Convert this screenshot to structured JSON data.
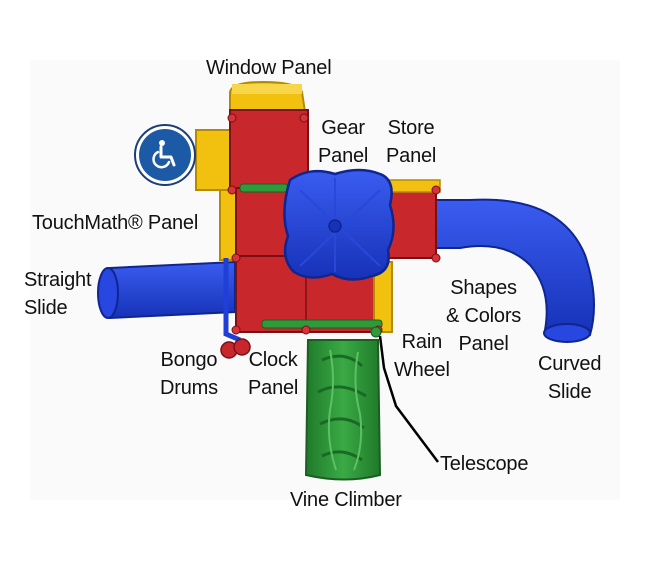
{
  "labels": {
    "window_panel": "Window Panel",
    "gear_panel": [
      "Gear",
      "Panel"
    ],
    "store_panel": [
      "Store",
      "Panel"
    ],
    "touchmath_panel": "TouchMath® Panel",
    "straight_slide": [
      "Straight",
      "Slide"
    ],
    "shapes_colors_panel": [
      "Shapes",
      "& Colors",
      "Panel"
    ],
    "bongo_drums": [
      "Bongo",
      "Drums"
    ],
    "clock_panel": [
      "Clock",
      "Panel"
    ],
    "rain_wheel": [
      "Rain",
      "Wheel"
    ],
    "curved_slide": [
      "Curved",
      "Slide"
    ],
    "telescope": "Telescope",
    "vine_climber": "Vine Climber"
  },
  "icons": {
    "accessibility": "wheelchair-accessible-icon"
  },
  "colors": {
    "deck_red": "#c8282c",
    "slide_blue": "#1f3fd6",
    "frame_yellow": "#f2c10f",
    "climber_green": "#2f9a3a",
    "badge_blue": "#1c5aa6"
  }
}
